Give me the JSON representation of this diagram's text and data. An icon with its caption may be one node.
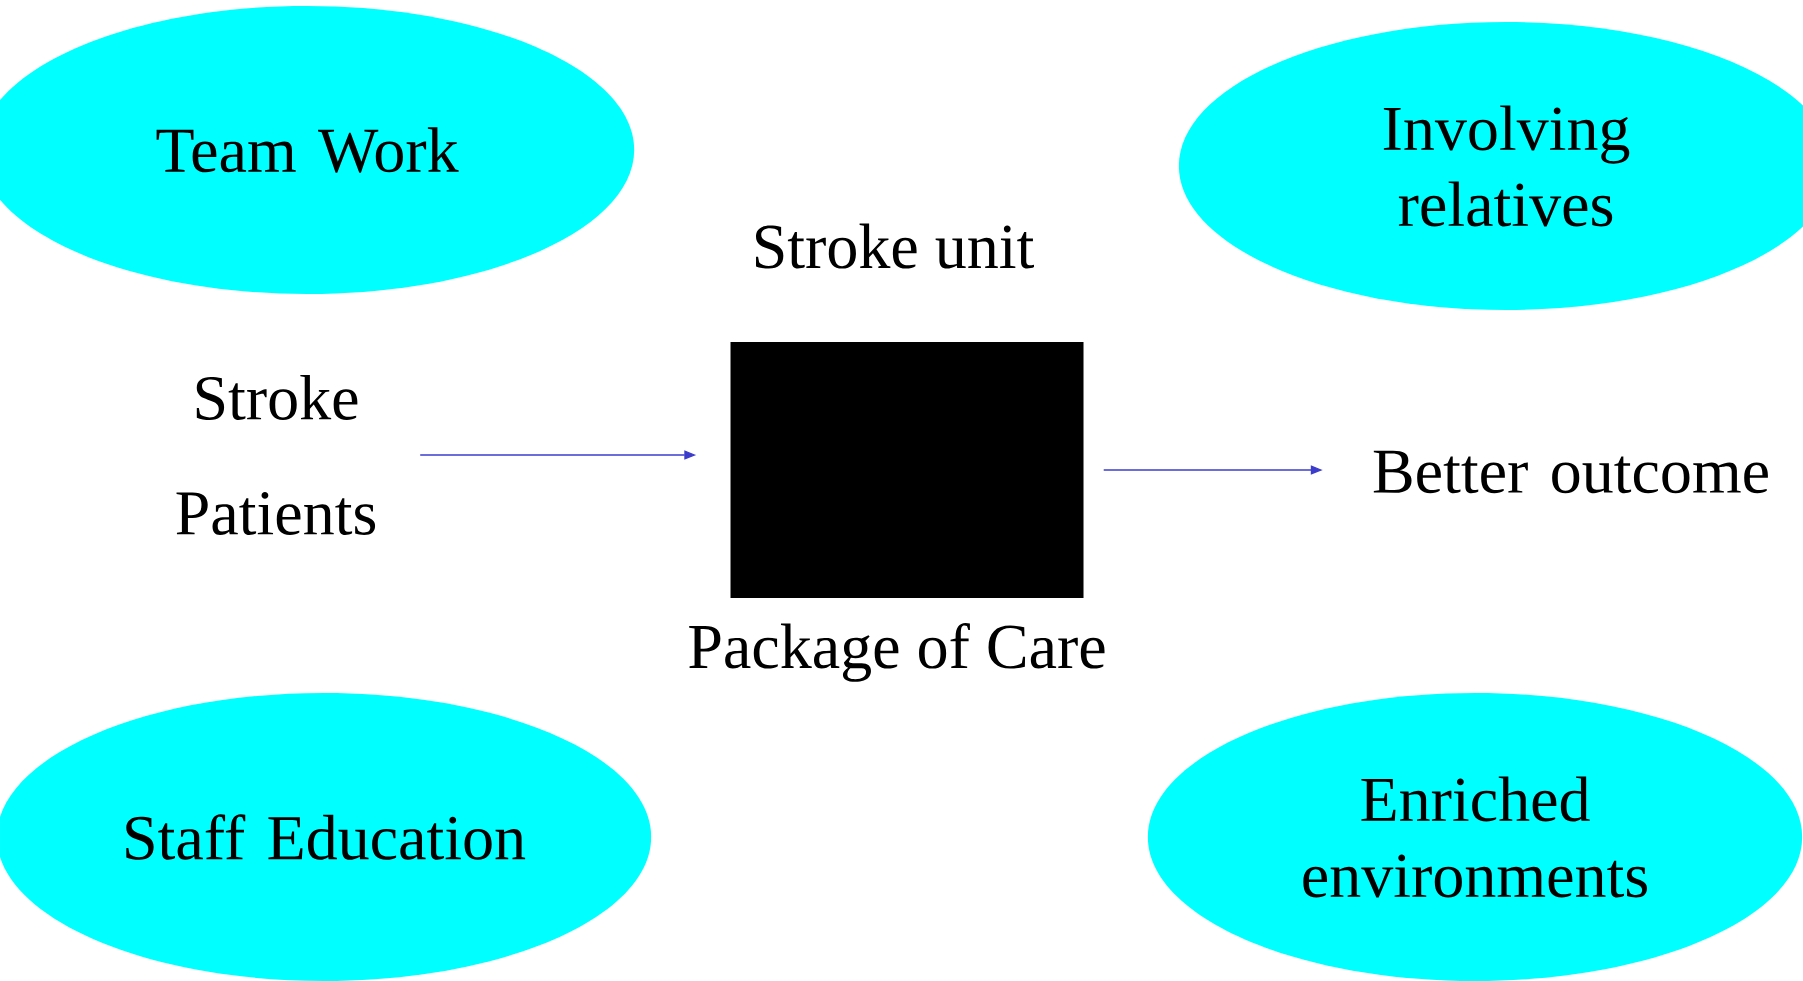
{
  "diagram": {
    "nodes": [
      {
        "text": [
          "Team Work"
        ]
      },
      {
        "text": [
          "Involving relatives"
        ]
      },
      {
        "text": [
          "Stroke Patients"
        ]
      },
      {
        "text": [
          "Stroke unit"
        ],
        "beside": [
          "Package of Care"
        ]
      },
      {
        "text": [
          "Better outcome"
        ]
      },
      {
        "text": [
          "Staff Education"
        ]
      },
      {
        "text": [
          "Enriched environments"
        ]
      }
    ],
    "edges": [
      {
        "from": 2,
        "to": 3,
        "arrow": "to"
      },
      {
        "from": 3,
        "to": 4,
        "arrow": "to"
      }
    ]
  }
}
